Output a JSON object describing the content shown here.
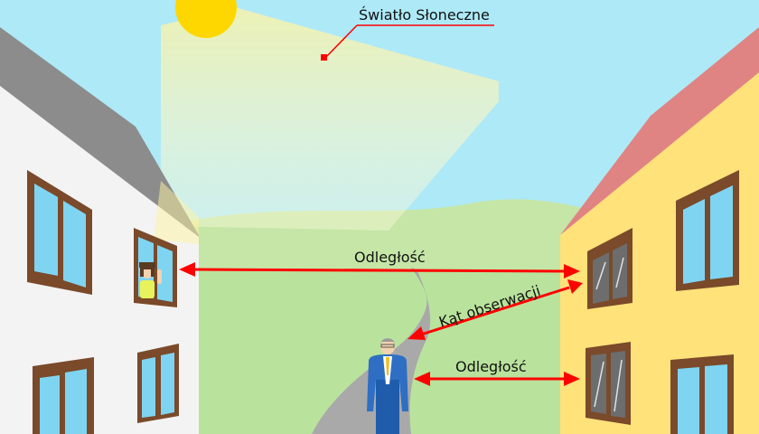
{
  "labels": {
    "sunlight": "Światło Słoneczne",
    "distance_top": "Odległość",
    "viewing_angle": "Kąt obserwacji",
    "distance_bottom": "Odległość"
  },
  "colors": {
    "sky": "#aee9f7",
    "hill": "#c5e6a6",
    "meadow": "#b8e49a",
    "road": "#a9a9a9",
    "sun": "#ffd700",
    "sunbeam": "#fff3a0",
    "arrow": "#ff0000",
    "left_house_wall": "#f3f3f3",
    "left_house_roof": "#8c8c8c",
    "right_house_wall": "#ffe27a",
    "right_house_roof": "#e08383",
    "window_frame": "#7a4a2a",
    "window_glass": "#7fd4f2",
    "window_glass_dark": "#6d6d6d",
    "person_suit": "#2e6fc4",
    "woman_shirt": "#e8f25a"
  },
  "icons": {
    "sun": "sun-icon",
    "man": "person-icon",
    "woman": "person-icon"
  }
}
